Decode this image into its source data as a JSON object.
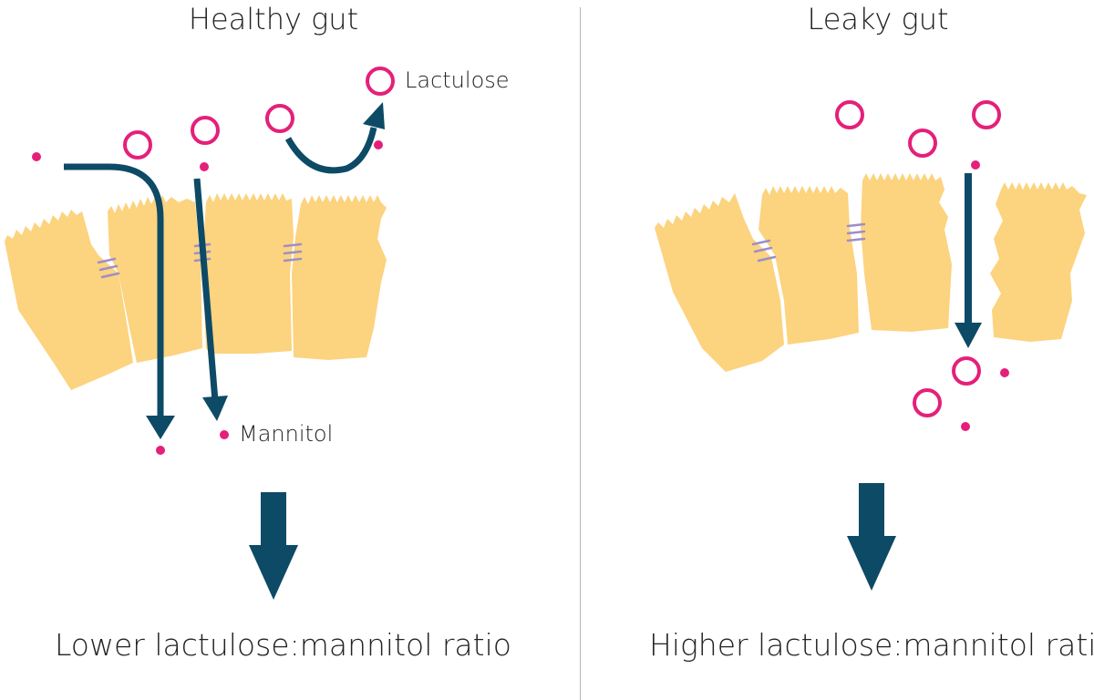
{
  "colors": {
    "cell": "#fcd37e",
    "arrow": "#0d4a66",
    "lactulose": "#e4207a",
    "mannitol": "#e4207a",
    "junction": "#9c8fc9",
    "divider": "#b5b5b5"
  },
  "panels": {
    "healthy": {
      "title": "Healthy gut",
      "caption": "Lower lactulose:mannitol ratio"
    },
    "leaky": {
      "title": "Leaky gut",
      "caption": "Higher lactulose:mannitol ratio"
    }
  },
  "labels": {
    "lactulose": "Lactulose",
    "mannitol": "Mannitol"
  }
}
